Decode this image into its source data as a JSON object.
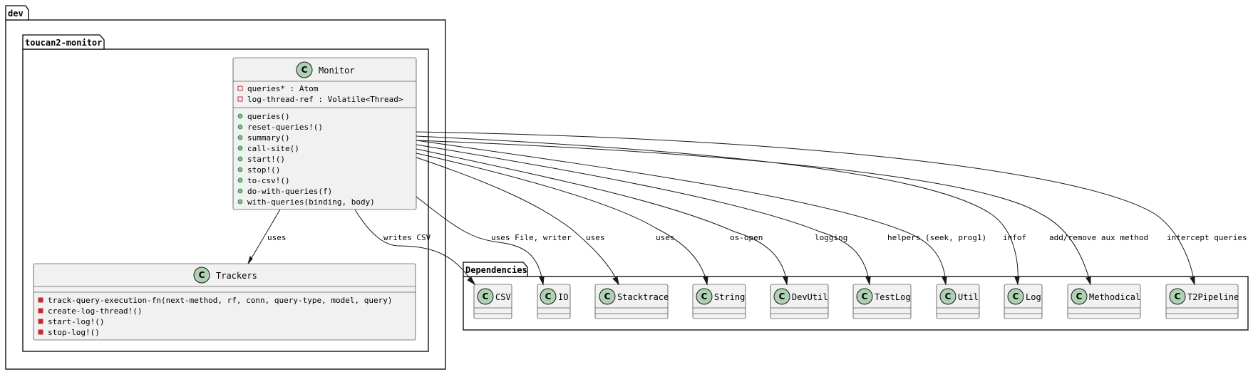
{
  "packages": {
    "outer": "dev",
    "inner": "toucan2-monitor",
    "deps": "Dependencies"
  },
  "monitor": {
    "name": "Monitor",
    "fields": [
      {
        "vis": "private",
        "text": "queries* : Atom"
      },
      {
        "vis": "private",
        "text": "log-thread-ref : Volatile<Thread>"
      }
    ],
    "methods": [
      {
        "vis": "public",
        "text": "queries()"
      },
      {
        "vis": "public",
        "text": "reset-queries!()"
      },
      {
        "vis": "public",
        "text": "summary()"
      },
      {
        "vis": "public",
        "text": "call-site()"
      },
      {
        "vis": "public",
        "text": "start!()"
      },
      {
        "vis": "public",
        "text": "stop!()"
      },
      {
        "vis": "public",
        "text": "to-csv!()"
      },
      {
        "vis": "public",
        "text": "do-with-queries(f)"
      },
      {
        "vis": "public",
        "text": "with-queries(binding, body)"
      }
    ]
  },
  "trackers": {
    "name": "Trackers",
    "methods": [
      {
        "vis": "private",
        "text": "track-query-execution-fn(next-method, rf, conn, query-type, model, query)"
      },
      {
        "vis": "private",
        "text": "create-log-thread!()"
      },
      {
        "vis": "private",
        "text": "start-log!()"
      },
      {
        "vis": "private",
        "text": "stop-log!()"
      }
    ]
  },
  "dependencies": [
    "CSV",
    "IO",
    "Stacktrace",
    "String",
    "DevUtil",
    "TestLog",
    "Util",
    "Log",
    "Methodical",
    "T2Pipeline"
  ],
  "edges": {
    "trackers": "uses",
    "CSV": "writes CSV",
    "IO": "uses File, writer",
    "Stacktrace": "uses",
    "String": "uses",
    "DevUtil": "os-open",
    "TestLog": "logging",
    "Util": "helpers (seek, prog1)",
    "Log": "infof",
    "Methodical": "add/remove aux method",
    "T2Pipeline": "intercept queries"
  },
  "class_icon_letter": "C",
  "colors": {
    "class_fill": "#f1f1f1",
    "icon_fill": "#add1b2",
    "private_marker": "#c82930",
    "public_marker": "#84be84"
  }
}
